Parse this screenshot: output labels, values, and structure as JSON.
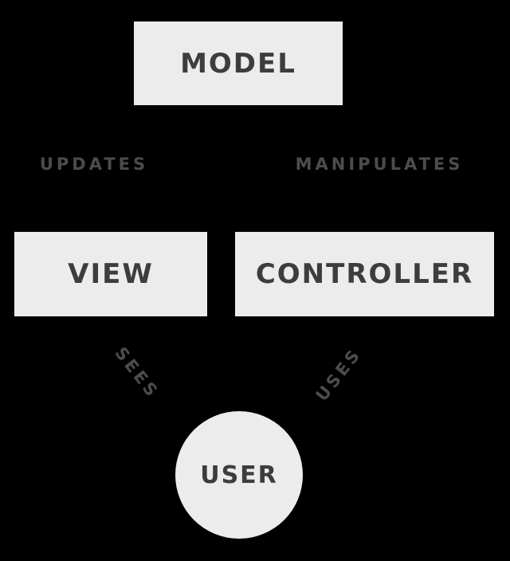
{
  "diagram": {
    "type": "mvc-architecture-diagram",
    "colors": {
      "background": "#000000",
      "node_fill": "#ececec",
      "node_text": "#3d3d3d",
      "edge_label_text": "#4c4c4c"
    },
    "nodes": {
      "model": {
        "label": "MODEL",
        "shape": "rectangle"
      },
      "view": {
        "label": "VIEW",
        "shape": "rectangle"
      },
      "controller": {
        "label": "CONTROLLER",
        "shape": "rectangle"
      },
      "user": {
        "label": "USER",
        "shape": "circle"
      }
    },
    "edges": {
      "updates": {
        "label": "UPDATES",
        "from": "model",
        "to": "view"
      },
      "manipulates": {
        "label": "MANIPULATES",
        "from": "controller",
        "to": "model"
      },
      "sees": {
        "label": "SEES",
        "from": "user",
        "to": "view"
      },
      "uses": {
        "label": "USES",
        "from": "user",
        "to": "controller"
      }
    }
  }
}
